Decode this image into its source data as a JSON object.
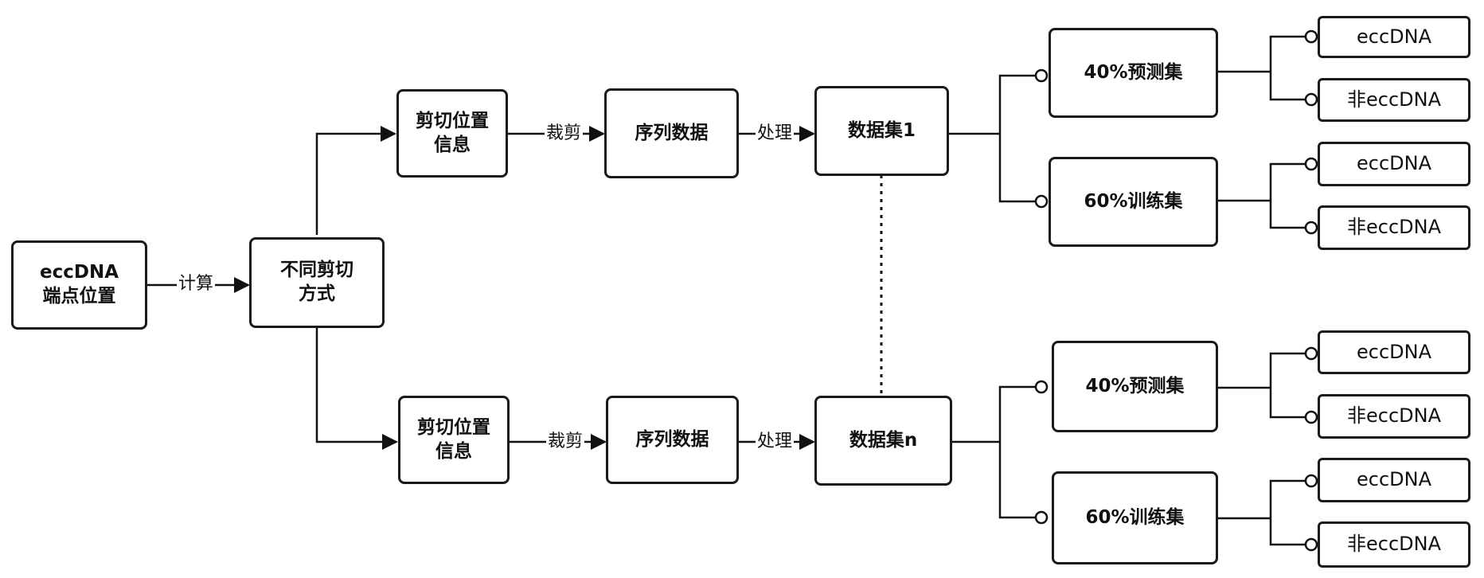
{
  "source": {
    "line1": "eccDNA",
    "line2": "端点位置"
  },
  "edge_calc": "计算",
  "method": {
    "line1": "不同剪切",
    "line2": "方式"
  },
  "pipelines": [
    {
      "cut_info": {
        "line1": "剪切位置",
        "line2": "信息"
      },
      "edge_crop": "裁剪",
      "seq": "序列数据",
      "edge_proc": "处理",
      "dataset": "数据集1",
      "splits": [
        {
          "label": "40%预测集",
          "leaves": [
            "eccDNA",
            "非eccDNA"
          ]
        },
        {
          "label": "60%训练集",
          "leaves": [
            "eccDNA",
            "非eccDNA"
          ]
        }
      ]
    },
    {
      "cut_info": {
        "line1": "剪切位置",
        "line2": "信息"
      },
      "edge_crop": "裁剪",
      "seq": "序列数据",
      "edge_proc": "处理",
      "dataset": "数据集n",
      "splits": [
        {
          "label": "40%预测集",
          "leaves": [
            "eccDNA",
            "非eccDNA"
          ]
        },
        {
          "label": "60%训练集",
          "leaves": [
            "eccDNA",
            "非eccDNA"
          ]
        }
      ]
    }
  ]
}
